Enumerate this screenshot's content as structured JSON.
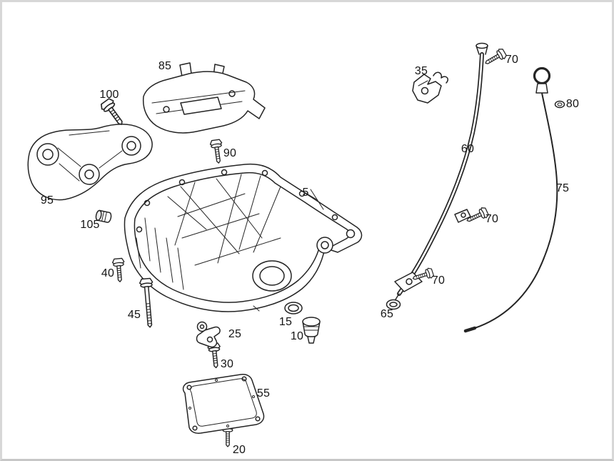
{
  "colors": {
    "background": "#ffffff",
    "line": "#242424",
    "frame_border": "#d7d7d7"
  },
  "callouts": [
    {
      "label": "85"
    },
    {
      "label": "100"
    },
    {
      "label": "95"
    },
    {
      "label": "105"
    },
    {
      "label": "90"
    },
    {
      "label": "5"
    },
    {
      "label": "40"
    },
    {
      "label": "45"
    },
    {
      "label": "25"
    },
    {
      "label": "30"
    },
    {
      "label": "15"
    },
    {
      "label": "10"
    },
    {
      "label": "55"
    },
    {
      "label": "20"
    },
    {
      "label": "35"
    },
    {
      "label": "70"
    },
    {
      "label": "80"
    },
    {
      "label": "60"
    },
    {
      "label": "75"
    },
    {
      "label": "70"
    },
    {
      "label": "70"
    },
    {
      "label": "65"
    }
  ]
}
